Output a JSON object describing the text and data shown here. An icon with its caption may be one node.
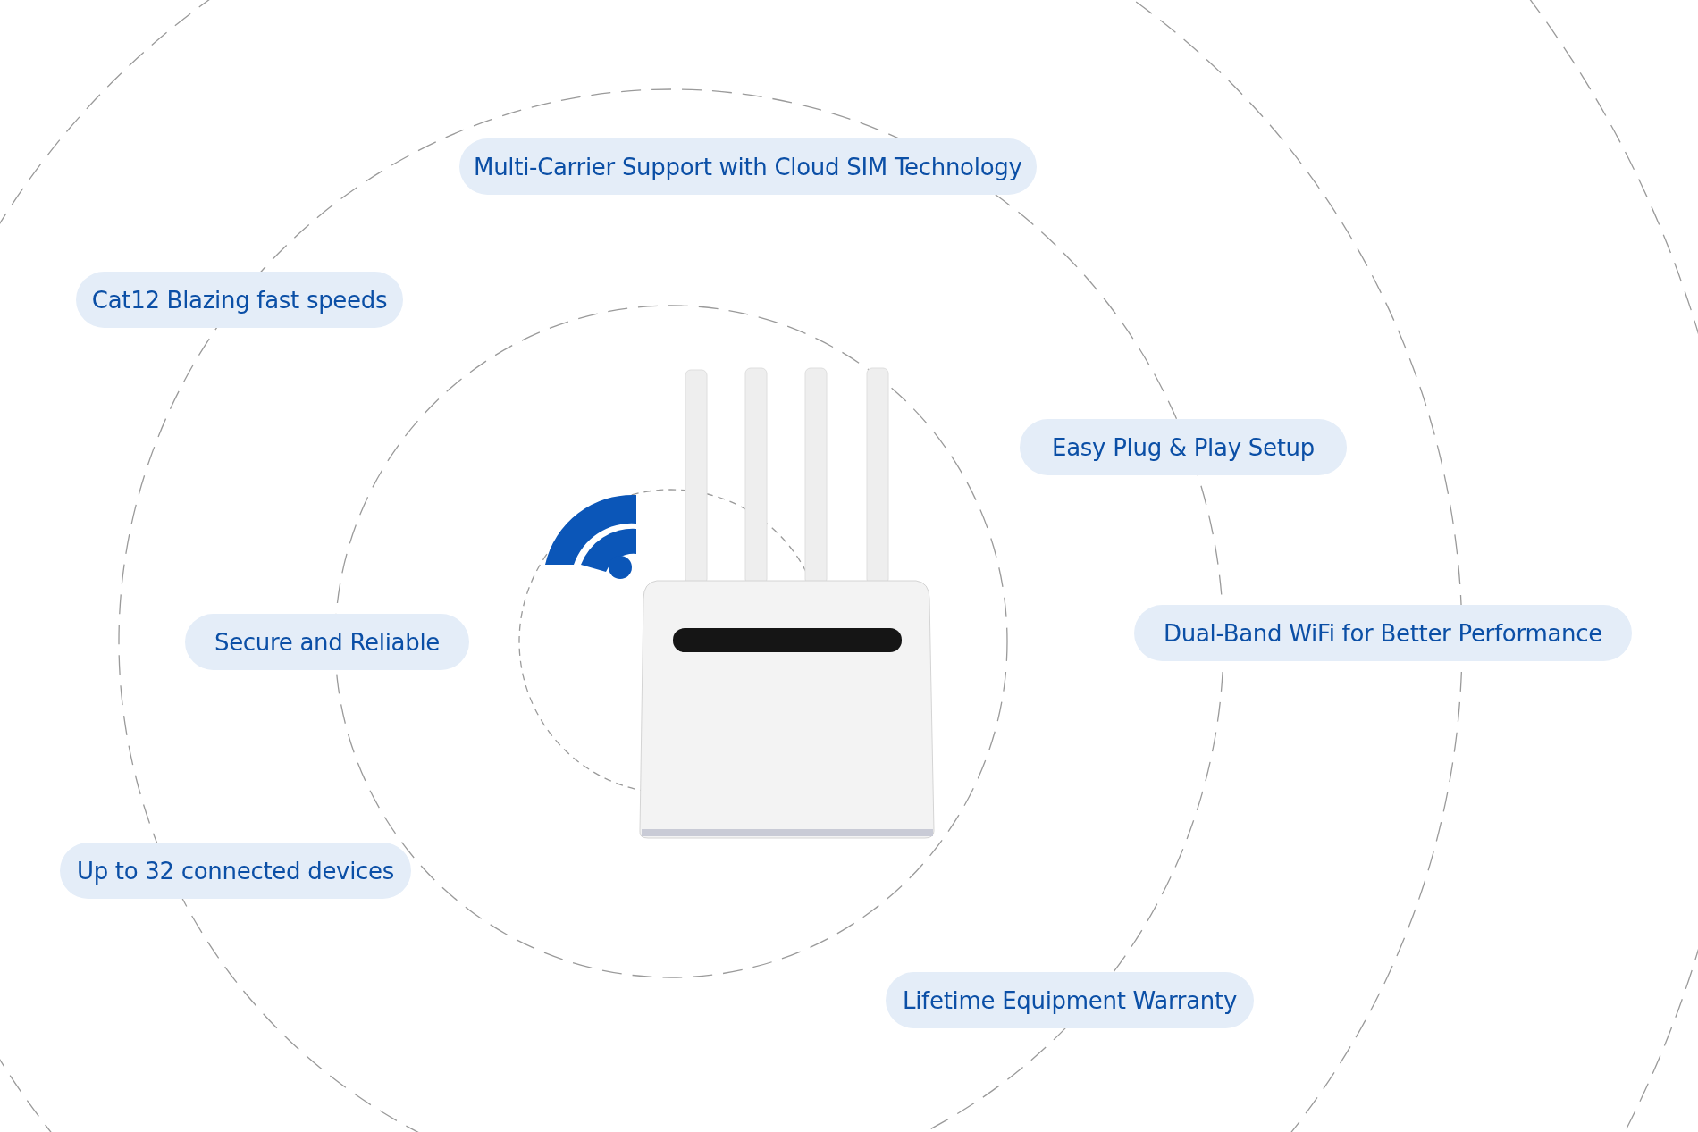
{
  "diagram": {
    "nodes": [
      {
        "text": [
          "Multi-Carrier Support with Cloud SIM Technology"
        ]
      },
      {
        "text": [
          "Cat12 Blazing fast speeds"
        ]
      },
      {
        "text": [
          "Easy Plug & Play Setup"
        ]
      },
      {
        "text": [
          "Secure and Reliable"
        ]
      },
      {
        "text": [
          "Dual-Band WiFi for Better Performance"
        ]
      },
      {
        "text": [
          "Up to 32 connected devices"
        ]
      },
      {
        "text": [
          "Lifetime Equipment Warranty"
        ]
      }
    ]
  }
}
